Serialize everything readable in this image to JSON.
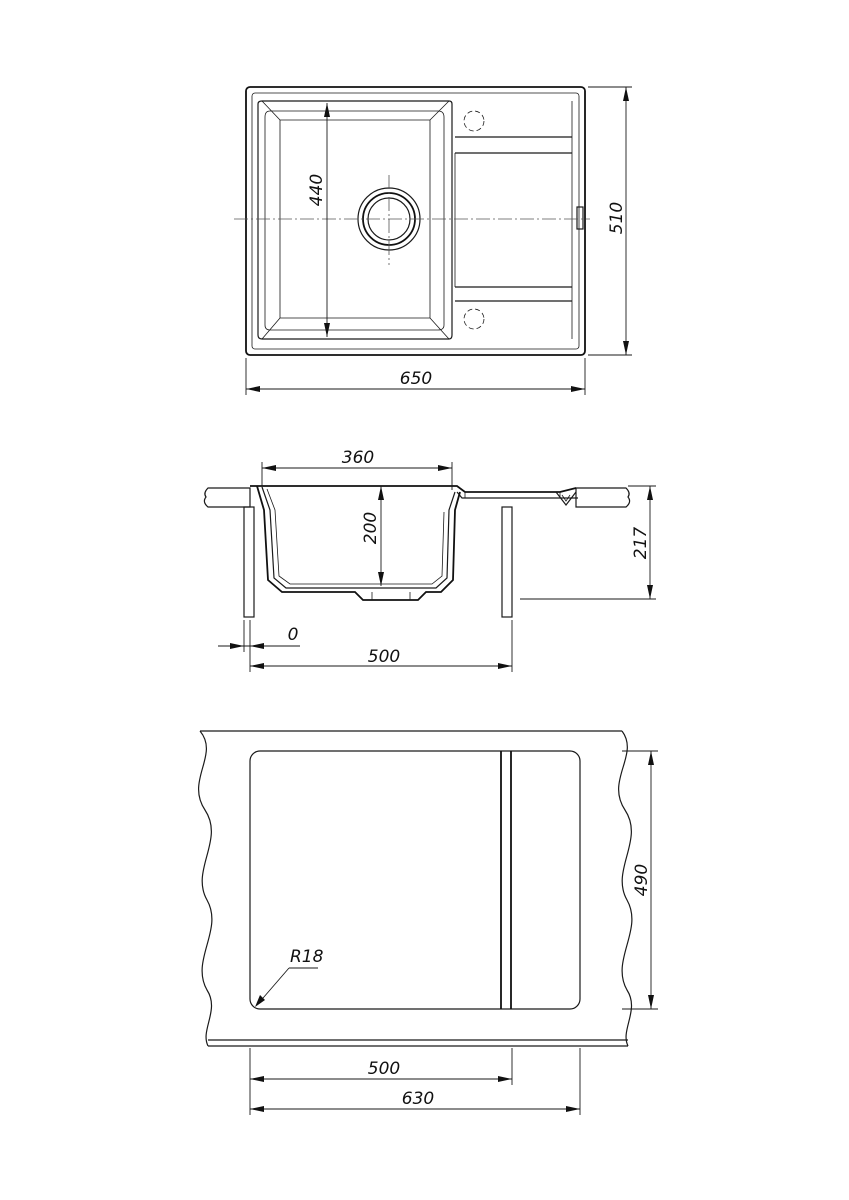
{
  "drawing": {
    "top_view": {
      "width_label": "650",
      "height_label": "510",
      "bowl_depth_label": "440"
    },
    "section_view": {
      "bowl_width_label": "360",
      "bowl_depth_label": "200",
      "total_height_label": "217",
      "offset_label": "0",
      "cabinet_width_label": "500"
    },
    "cutout_view": {
      "height_label": "490",
      "radius_label": "R18",
      "inner_width_label": "500",
      "total_width_label": "630"
    }
  }
}
